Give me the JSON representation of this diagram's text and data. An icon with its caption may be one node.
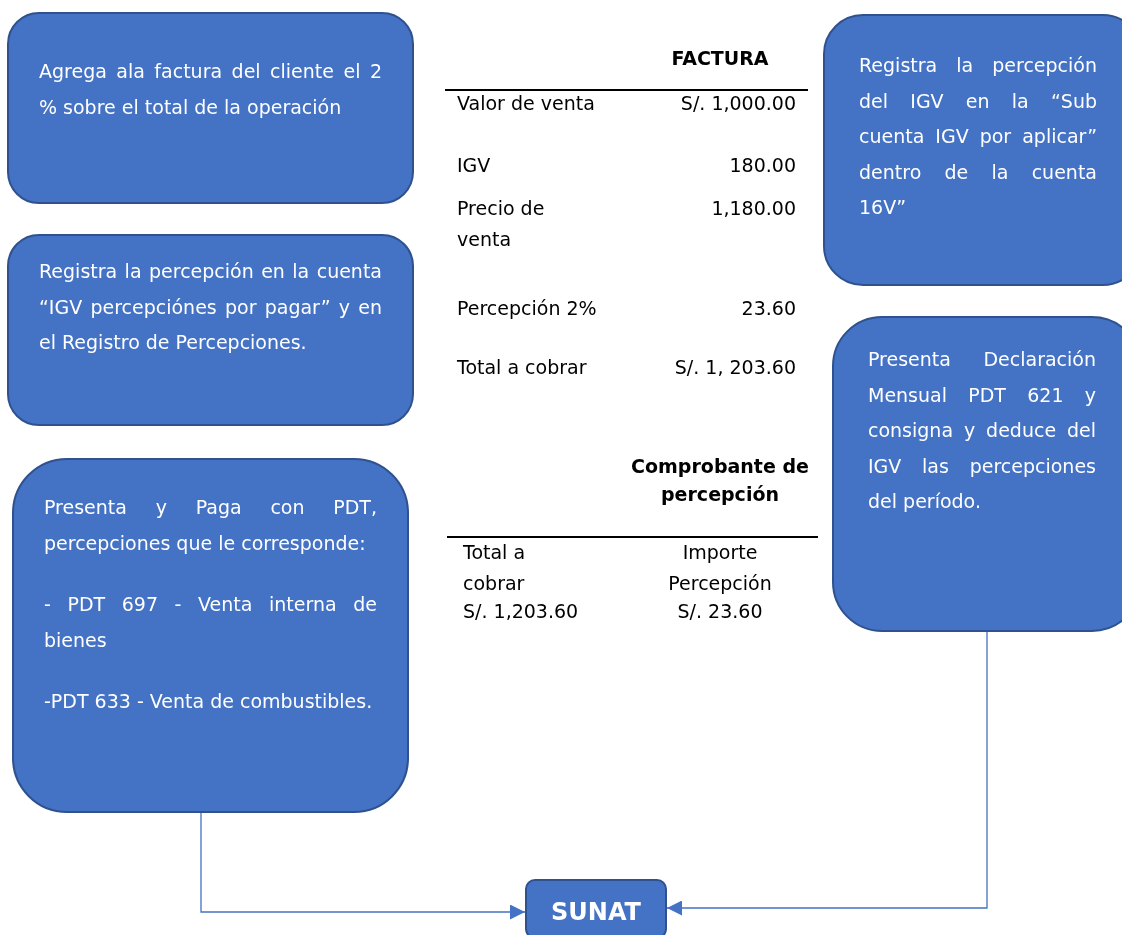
{
  "diagram": {
    "nodes": [
      {
        "text": [
          "Agrega ala factura del cliente el 2 % sobre el total de la operación"
        ]
      },
      {
        "text": [
          "Registra la percepción en la cuenta “IGV percepciónes por pagar” y en el Registro de Percepciones."
        ]
      },
      {
        "text": [
          "Presenta y Paga con PDT, percepciones que le corresponde:",
          "- PDT 697 - Venta interna de bienes",
          "-PDT 633 - Venta de combustibles."
        ]
      },
      {
        "text": [
          "Registra la percepción del IGV en la “Sub cuenta IGV por aplicar” dentro de la cuenta 16V”"
        ]
      },
      {
        "text": [
          "Presenta Declaración Mensual PDT 621 y consigna y deduce del IGV las percepciones del período."
        ]
      },
      {
        "text": [
          "SUNAT"
        ]
      }
    ],
    "edges": [
      {
        "from": 2,
        "to": 5,
        "arrow": "to"
      },
      {
        "from": 4,
        "to": 5,
        "arrow": "to"
      }
    ],
    "labels": [
      "FACTURA",
      "Valor de venta",
      "S/. 1,000.00",
      "IGV",
      "180.00",
      "Precio de venta",
      "1,180.00",
      "Percepción 2%",
      "23.60",
      "Total a cobrar",
      "S/. 1, 203.60",
      "Comprobante de percepción",
      "Total a cobrar",
      "Importe Percepción",
      "S/. 1,203.60",
      "S/. 23.60"
    ]
  }
}
